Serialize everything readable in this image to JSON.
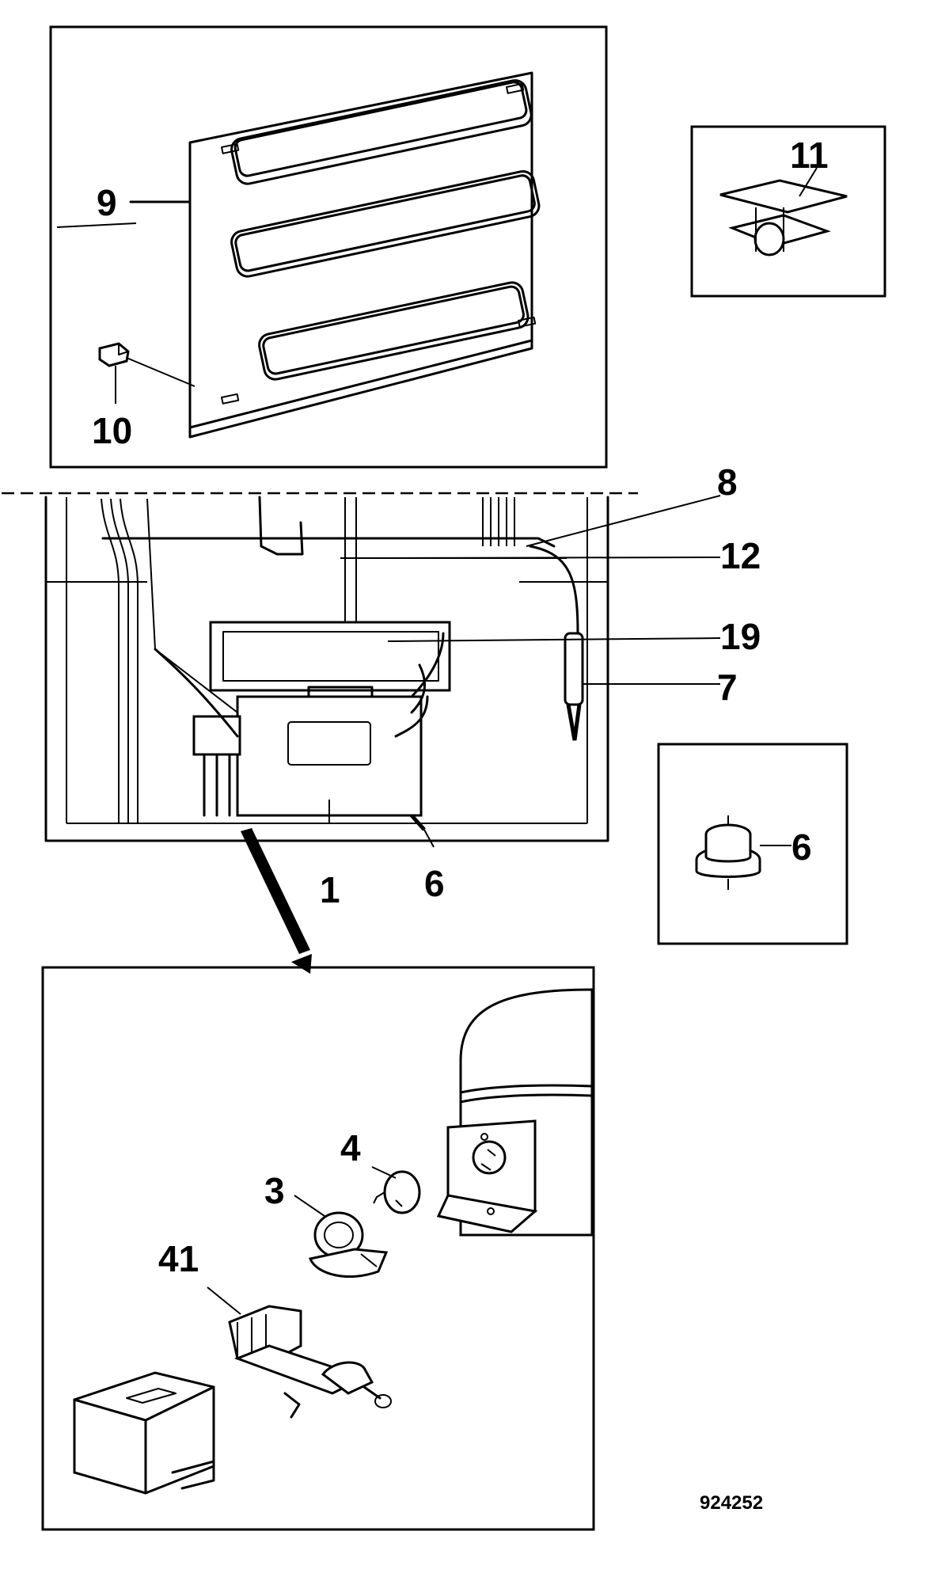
{
  "diagram": {
    "part_labels": {
      "p1": "1",
      "p3": "3",
      "p4": "4",
      "p6a": "6",
      "p6b": "6",
      "p7": "7",
      "p8": "8",
      "p9": "9",
      "p10": "10",
      "p11": "11",
      "p12": "12",
      "p19": "19",
      "p41": "41"
    },
    "drawing_number": "924252"
  }
}
